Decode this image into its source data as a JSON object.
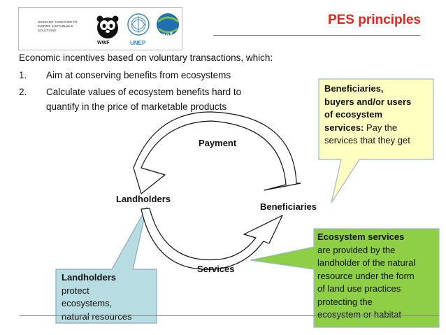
{
  "header": {
    "logos": {
      "tagline": [
        "WORKING TOGETHER TO",
        "INSPIRE SUSTAINABLE",
        "SOLUTIONS"
      ],
      "wwf": "WWF",
      "unep": "UNEP",
      "gef": "gef"
    },
    "title": "PES principles"
  },
  "intro": {
    "lead": "Economic incentives based on voluntary transactions, which:",
    "items": [
      {
        "num": "1.",
        "lines": [
          "Aim at conserving benefits from ecosystems"
        ]
      },
      {
        "num": "2.",
        "lines": [
          "Calculate values of ecosystem benefits hard to",
          "quantify in the price of marketable products"
        ]
      }
    ]
  },
  "diagram": {
    "payment": "Payment",
    "landholders": "Landholders",
    "beneficiaries": "Beneficiaries",
    "services": "Services"
  },
  "callouts": {
    "beneficiaries": {
      "bold": [
        "Beneficiaries,",
        "buyers and/or users",
        "of ecosystem"
      ],
      "mixed_bold": "services:",
      "mixed_rest": " Pay the",
      "rest": [
        "services that they get"
      ],
      "fill": "#ffffc2",
      "stroke": "#9db8d2"
    },
    "ecosystem": {
      "bold": "Ecosystem services",
      "lines": [
        "are provided by the",
        "landholder of the natural",
        "resource under the form",
        "of land use practices",
        "protecting the",
        "ecosystem or habitat"
      ],
      "fill": "#8ecf45",
      "stroke": "#9db8d2"
    },
    "landholders": {
      "bold": "Landholders",
      "lines": [
        "protect",
        "ecosystems,",
        "natural resources"
      ],
      "fill": "#b7dde3",
      "stroke": "#8aa9bf"
    }
  },
  "colors": {
    "title": "#e0281c",
    "rule": "#777777"
  }
}
